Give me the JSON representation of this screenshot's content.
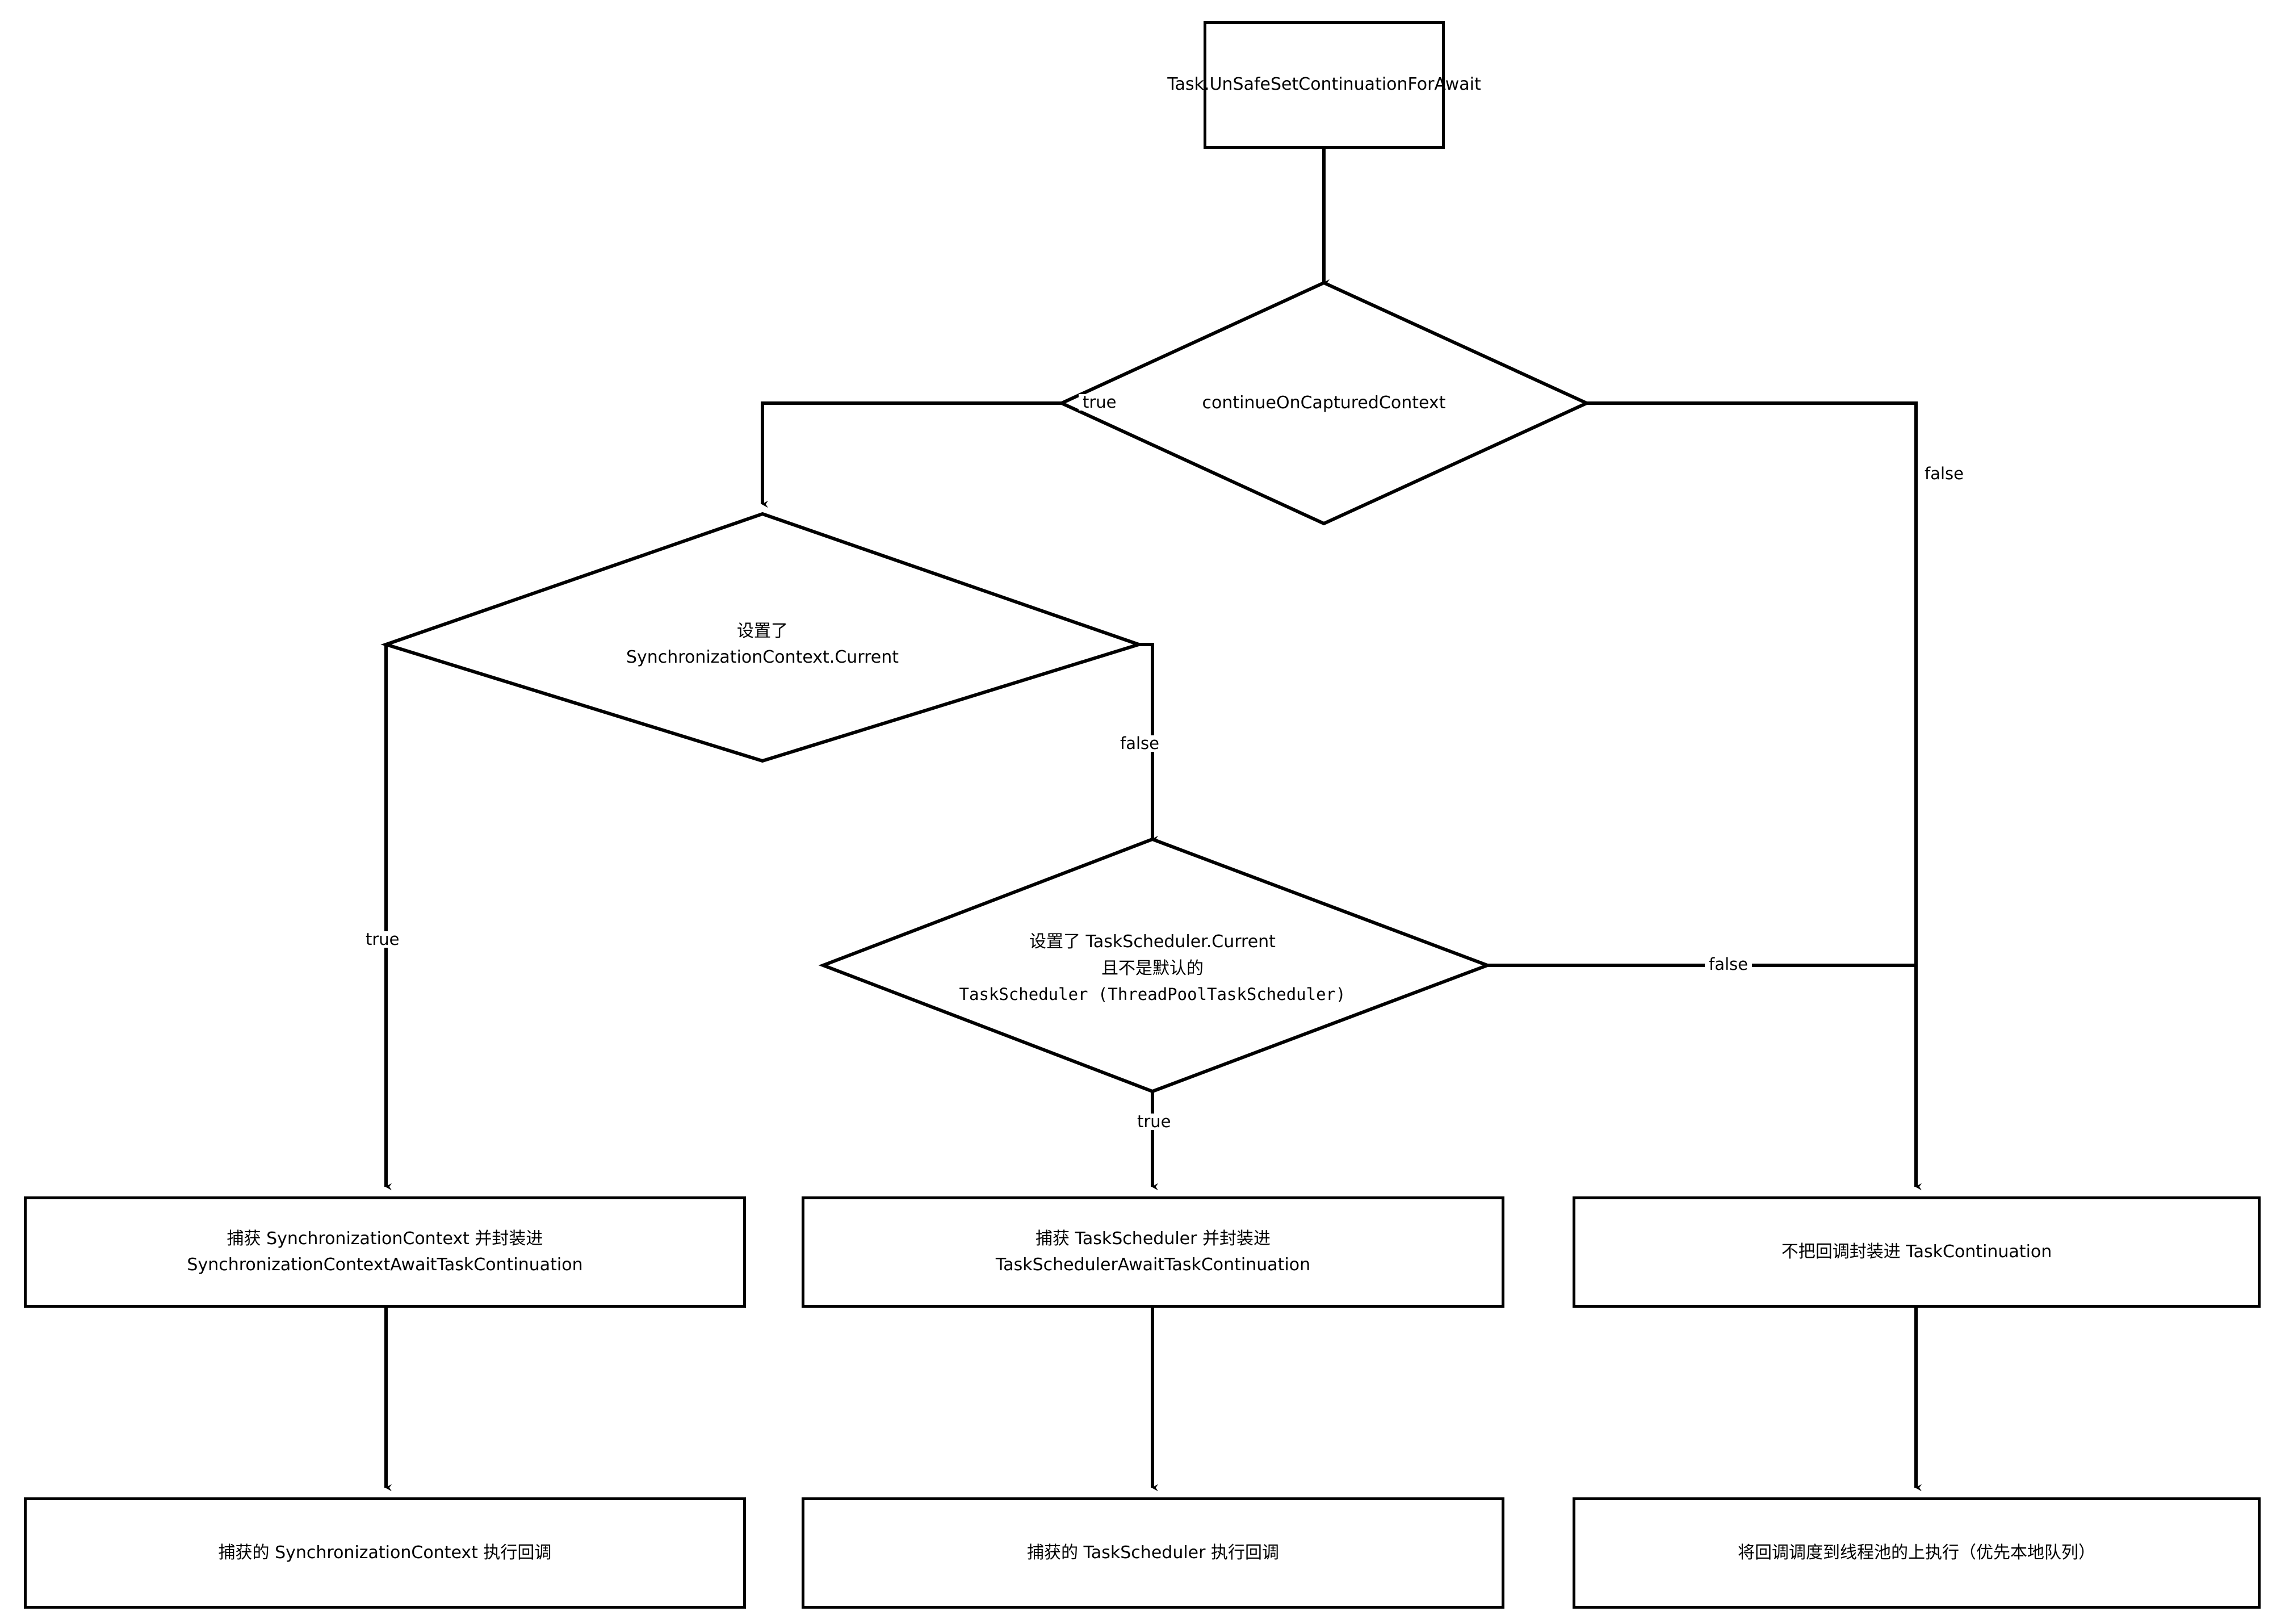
{
  "diagram": {
    "title": "Task.UnSafeSetContinuationForAwait flow",
    "background": "#ffffff",
    "stroke": "#000000",
    "text_color": "#000000"
  },
  "nodes": {
    "start": {
      "label": "Task.UnSafeSetContinuationForAwait",
      "shape": "rect"
    },
    "d_continue": {
      "label": "continueOnCapturedContext",
      "shape": "diamond"
    },
    "d_synccontext": {
      "label": "设置了\nSynchronizationContext.Current",
      "shape": "diamond"
    },
    "d_taskscheduler": {
      "line1": "设置了 TaskScheduler.Current",
      "line2": "且不是默认的",
      "line3": "TaskScheduler (ThreadPoolTaskScheduler)",
      "shape": "diamond"
    },
    "box_capture_sc": {
      "label": "捕获 SynchronizationContext 并封装进\nSynchronizationContextAwaitTaskContinuation",
      "shape": "rect"
    },
    "box_capture_ts": {
      "label": "捕获 TaskScheduler 并封装进\nTaskSchedulerAwaitTaskContinuation",
      "shape": "rect"
    },
    "box_no_wrap": {
      "label": "不把回调封装进 TaskContinuation",
      "shape": "rect"
    },
    "box_run_sc": {
      "label": "捕获的 SynchronizationContext 执行回调",
      "shape": "rect"
    },
    "box_run_ts": {
      "label": "捕获的 TaskScheduler 执行回调",
      "shape": "rect"
    },
    "box_run_pool": {
      "label": "将回调调度到线程池的上执行（优先本地队列）",
      "shape": "rect"
    }
  },
  "edges": [
    {
      "id": "e_start_continue",
      "from": "start",
      "to": "d_continue",
      "label": ""
    },
    {
      "id": "e_continue_true",
      "from": "d_continue",
      "to": "d_synccontext",
      "label": "true"
    },
    {
      "id": "e_continue_false",
      "from": "d_continue",
      "to": "box_no_wrap",
      "label": "false"
    },
    {
      "id": "e_sync_true",
      "from": "d_synccontext",
      "to": "box_capture_sc",
      "label": "true"
    },
    {
      "id": "e_sync_false",
      "from": "d_synccontext",
      "to": "d_taskscheduler",
      "label": "false"
    },
    {
      "id": "e_ts_true",
      "from": "d_taskscheduler",
      "to": "box_capture_ts",
      "label": "true"
    },
    {
      "id": "e_ts_false",
      "from": "d_taskscheduler",
      "to": "box_no_wrap",
      "label": "false"
    },
    {
      "id": "e_capture_sc_run",
      "from": "box_capture_sc",
      "to": "box_run_sc",
      "label": ""
    },
    {
      "id": "e_capture_ts_run",
      "from": "box_capture_ts",
      "to": "box_run_ts",
      "label": ""
    },
    {
      "id": "e_nowrap_run",
      "from": "box_no_wrap",
      "to": "box_run_pool",
      "label": ""
    }
  ],
  "edge_labels": {
    "continue_true": "true",
    "continue_false": "false",
    "sync_true": "true",
    "sync_false": "false",
    "ts_true": "true",
    "ts_false": "false"
  }
}
